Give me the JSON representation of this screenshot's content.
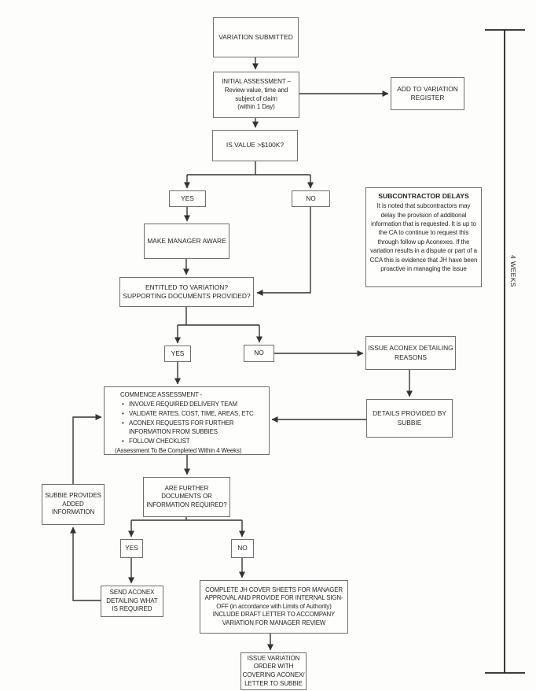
{
  "palette": {
    "ink": "#242424",
    "line": "#333333",
    "box_border": "#6f6f6f",
    "paper": "#fdfdfb"
  },
  "bracket": {
    "label": "4 WEEKS"
  },
  "nodes": {
    "variation_submitted": {
      "label": "VARIATION SUBMITTED"
    },
    "initial_assessment": {
      "label": "INITIAL ASSESSMENT –\nReview value, time and\nsubject of claim\n(within 1 Day)"
    },
    "add_to_register": {
      "label": "ADD TO VARIATION\nREGISTER"
    },
    "is_value": {
      "label": "IS VALUE >$100K?"
    },
    "yes1": {
      "label": "YES"
    },
    "no1": {
      "label": "NO"
    },
    "make_manager_aware": {
      "label": "MAKE MANAGER AWARE"
    },
    "entitled": {
      "label": "ENTITLED TO VARIATION?\nSUPPORTING DOCUMENTS PROVIDED?"
    },
    "subcontractor_delays": {
      "title": "SUBCONTRACTOR DELAYS",
      "body": "It is noted that subcontractors may delay the provision of additional information that is requested. It is up to the CA to continue to request this through follow up Aconexes. If the variation results in a dispute or part of a CCA this is evidence that JH have been proactive in managing the issue"
    },
    "yes2": {
      "label": "YES"
    },
    "no2": {
      "label": "NO"
    },
    "issue_aconex_reasons": {
      "label": "ISSUE ACONEX DETAILING\nREASONS"
    },
    "details_provided": {
      "label": "DETAILS PROVIDED BY\nSUBBIE"
    },
    "commence": {
      "title": "COMMENCE ASSESSMENT -",
      "bullets": [
        "INVOLVE REQUIRED DELIVERY TEAM",
        "VALIDATE RATES, COST, TIME, AREAS, ETC",
        "ACONEX REQUESTS FOR FURTHER INFORMATION FROM SUBBIES",
        "FOLLOW CHECKLIST"
      ],
      "footer": "(Assessment To Be Completed Within 4 Weeks)"
    },
    "are_further": {
      "label": "ARE FURTHER\nDOCUMENTS OR\nINFORMATION REQUIRED?"
    },
    "subbie_provides": {
      "label": "SUBBIE PROVIDES\nADDED\nINFORMATION"
    },
    "yes3": {
      "label": "YES"
    },
    "no3": {
      "label": "NO"
    },
    "send_aconex": {
      "label": "SEND ACONEX\nDETAILING WHAT\nIS REQUIRED"
    },
    "complete_jh": {
      "label": "COMPLETE JH COVER SHEETS FOR MANAGER\nAPPROVAL AND PROVIDE FOR INTERNAL SIGN-\nOFF (in accordance with Limits of Authority)\nINCLUDE DRAFT LETTER TO ACCOMPANY\nVARIATION FOR MANAGER REVIEW"
    },
    "issue_variation_order": {
      "label": "ISSUE VARIATION\nORDER WITH\nCOVERING ACONEX/\nLETTER TO SUBBIE"
    }
  }
}
